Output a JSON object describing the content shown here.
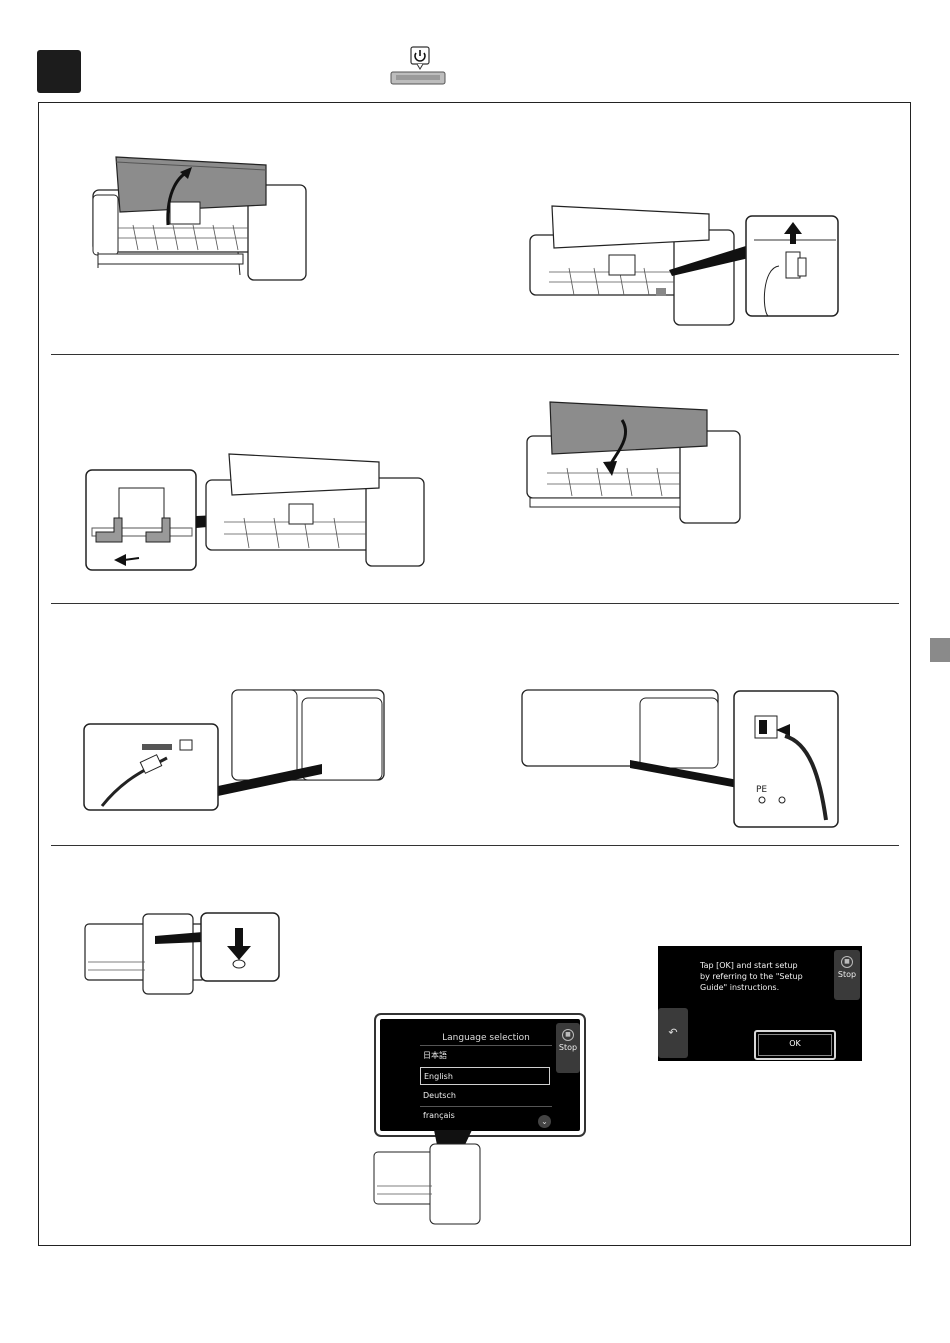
{
  "page": {
    "step_number": "",
    "icons": {
      "power_button": "power-icon",
      "side_tab": "section-tab"
    }
  },
  "language_screen": {
    "title": "Language selection",
    "options": [
      "日本語",
      "English",
      "Deutsch",
      "français"
    ],
    "selected_option": "English",
    "stop_label": "Stop",
    "scroll_icon": "chevron-down-icon"
  },
  "setup_screen": {
    "message_lines": [
      "Tap [OK] and start setup",
      "by referring to the \"Setup",
      "Guide\" instructions."
    ],
    "stop_label": "Stop",
    "back_icon": "back-arrow-icon",
    "ok_label": "OK"
  },
  "colors": {
    "badge": "#1c1c1c",
    "cover_shade": "#8c8c8c",
    "tab": "#8a8a8a",
    "screen_bg": "#000000"
  }
}
